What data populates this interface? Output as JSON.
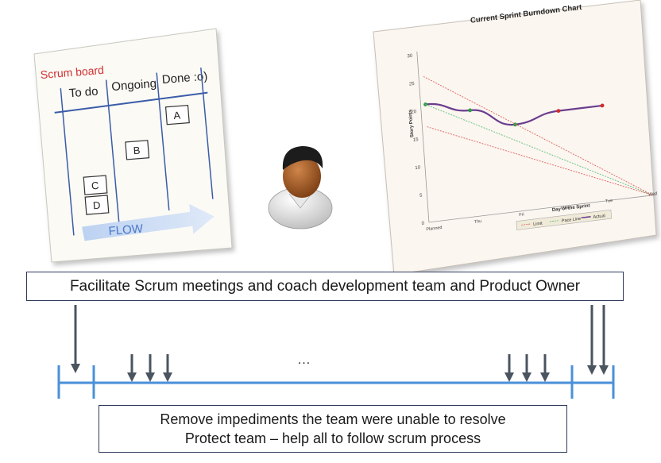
{
  "scrum_board": {
    "title": "Scrum board",
    "columns": [
      "To do",
      "Ongoing",
      "Done :o)"
    ],
    "cards": [
      "A",
      "B",
      "C",
      "D"
    ],
    "flow_label": "FLOW"
  },
  "burndown": {
    "title": "Current Sprint Burndown Chart",
    "ylabel": "Story Points",
    "xlabel": "Day of the Sprint",
    "y_ticks": [
      "0",
      "5",
      "10",
      "15",
      "20",
      "25",
      "30"
    ],
    "x_ticks": [
      "Planned",
      "Thu",
      "Fri",
      "Mon",
      "Tue",
      "Wed"
    ],
    "legend": [
      "Limit",
      "Pace Line",
      "Actual"
    ],
    "colors": {
      "actual": "#6a3d8e",
      "limit": "#e06060",
      "pace": "#5cbf7a",
      "point_green": "#2f9e44",
      "point_red": "#d62828"
    }
  },
  "chart_data": {
    "type": "line",
    "title": "Current Sprint Burndown Chart",
    "xlabel": "Day of the Sprint",
    "ylabel": "Story Points",
    "categories": [
      "Planned",
      "Thu",
      "Fri",
      "Mon",
      "Tue",
      "Wed"
    ],
    "ylim": [
      0,
      30
    ],
    "series": [
      {
        "name": "Actual",
        "values": [
          21,
          19,
          15.5,
          17,
          17,
          null
        ]
      },
      {
        "name": "Pace Line",
        "values": [
          21,
          16.8,
          12.6,
          8.4,
          4.2,
          0
        ]
      },
      {
        "name": "Limit",
        "values": [
          26,
          20.8,
          15.6,
          10.4,
          5.2,
          0
        ]
      },
      {
        "name": "Limit",
        "values": [
          17,
          13.6,
          10.2,
          6.8,
          3.4,
          0
        ]
      }
    ]
  },
  "roles": {
    "person_icon": "scrum-master-avatar-icon"
  },
  "texts": {
    "top": "Facilitate Scrum meetings and coach development team and Product Owner",
    "bottom_line1": "Remove impediments the team were unable to resolve",
    "bottom_line2": "Protect team – help all to follow scrum process",
    "ellipsis": "…"
  },
  "colors": {
    "timeline": "#4a90d9",
    "arrow": "#4a5560",
    "box_border": "#2e3a5c"
  }
}
